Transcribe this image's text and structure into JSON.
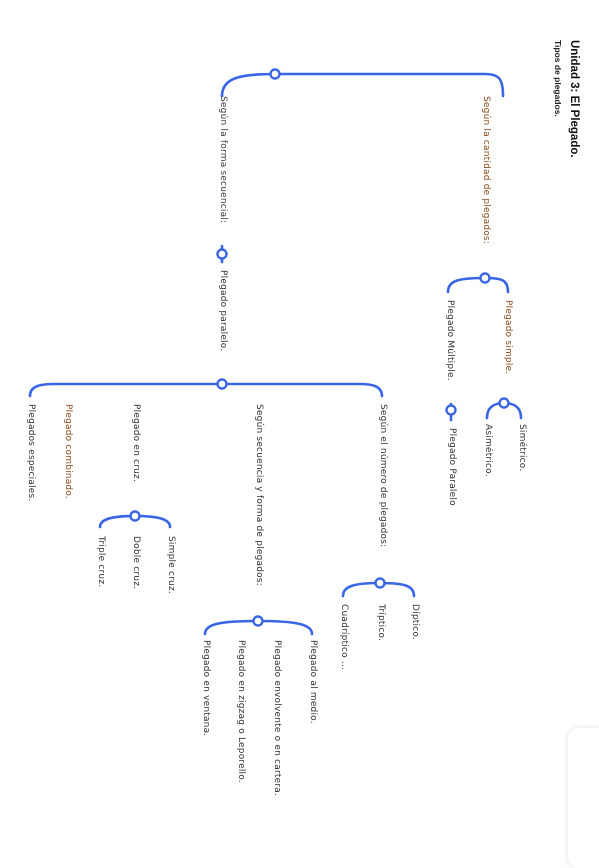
{
  "header": {
    "title": "Unidad 3: El Plegado.",
    "subtitle": "Tipos de plegados."
  },
  "colors": {
    "connector": "#3a66e6",
    "node_fill": "#ffffff",
    "text": "#333333"
  },
  "map": {
    "root": "Tipos de plegados.",
    "branches": [
      {
        "label": "Según la cantidad de plegados:",
        "children": [
          {
            "label": "Plegado simple.",
            "children": [
              "Simétrico.",
              "Asimétrico."
            ]
          },
          {
            "label": "Plegado Múltiple.",
            "children": [
              "Plegado Paralelo"
            ]
          }
        ]
      },
      {
        "label": "Según la forma secuencial:",
        "children": [
          {
            "label": "Plegado paralelo.",
            "children": [
              {
                "label": "Según el número de plegados:",
                "children": [
                  "Díptico.",
                  "Tríptico.",
                  "Cuadríptico ..."
                ]
              },
              {
                "label": "Según secuencia y forma de plegados:",
                "children": [
                  "Plegado al medio.",
                  "Plegado envolvente o en cartera.",
                  "Plegado en zigzag o Leporello.",
                  "Plegado en ventana."
                ]
              },
              {
                "label": "Plegado en cruz.",
                "children": [
                  "Simple cruz.",
                  "Doble cruz.",
                  "Triple cruz."
                ]
              },
              {
                "label": "Plegado combinado.",
                "children": []
              },
              {
                "label": "Plegados especiales.",
                "children": []
              }
            ]
          }
        ]
      }
    ]
  }
}
